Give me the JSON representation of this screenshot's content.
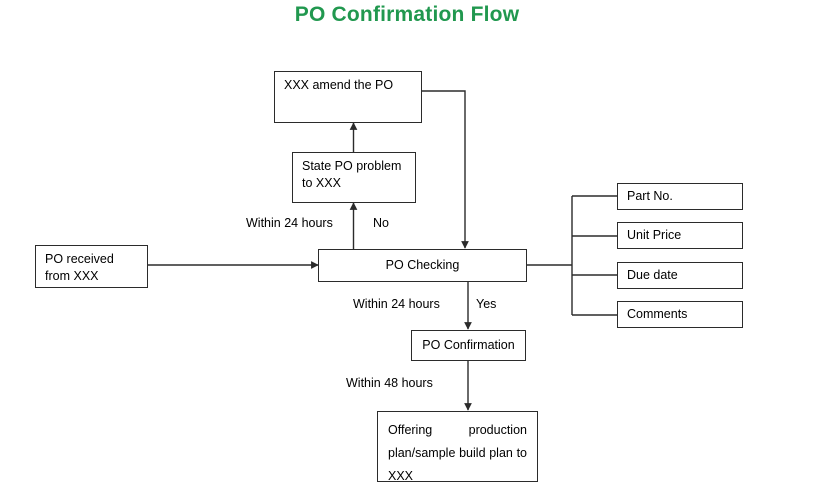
{
  "diagram": {
    "title": "PO Confirmation Flow",
    "title_color": "#21984f",
    "box_border_color": "#2b2b2b",
    "line_color": "#2b2b2b",
    "background": "#ffffff",
    "nodes": {
      "amend": "XXX amend the PO",
      "state_problem_line1": "State PO problem to",
      "state_problem_line2": "XXX",
      "po_received_line1": "PO received from",
      "po_received_line2": "XXX",
      "po_checking": "PO Checking",
      "po_confirmation": "PO Confirmation",
      "offering_line1": "Offering production",
      "offering_line2": "plan/sample build plan to",
      "offering_line3": "XXX",
      "part_no": "Part No.",
      "unit_price": "Unit Price",
      "due_date": "Due date",
      "comments": "Comments"
    },
    "edge_labels": {
      "within24_upper": "Within 24 hours",
      "no": "No",
      "within24_lower": "Within 24 hours",
      "yes": "Yes",
      "within48": "Within 48 hours"
    }
  }
}
